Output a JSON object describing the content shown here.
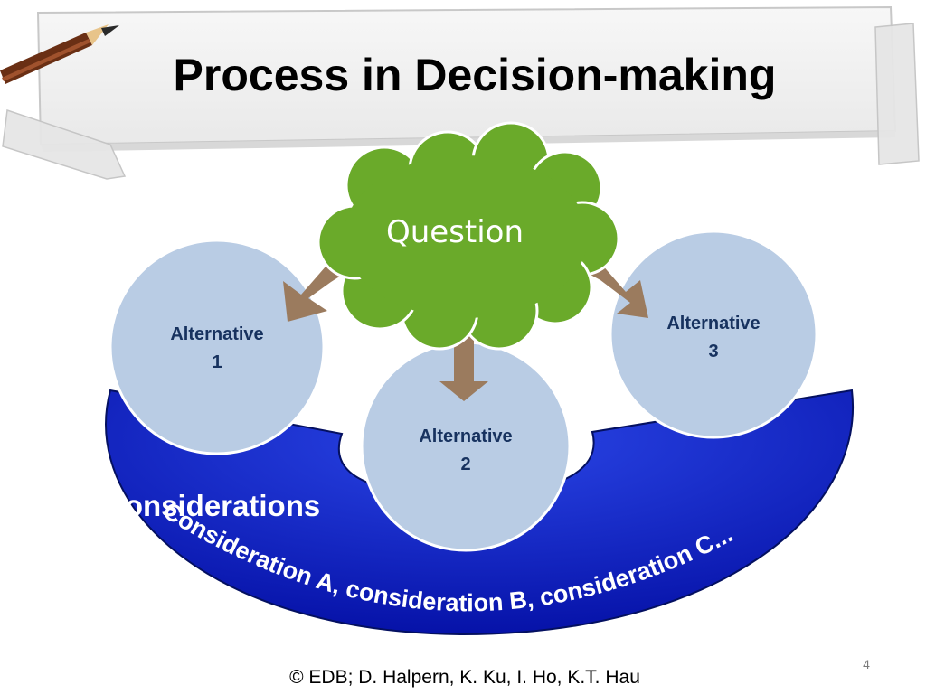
{
  "slide": {
    "title": "Process in Decision-making",
    "page_number": "4",
    "footer": "© EDB; D. Halpern, K. Ku, I. Ho, K.T. Hau"
  },
  "diagram": {
    "question": "Question",
    "alternatives": [
      {
        "line1": "Alternative",
        "line2": "1"
      },
      {
        "line1": "Alternative",
        "line2": "2"
      },
      {
        "line1": "Alternative",
        "line2": "3"
      }
    ],
    "considerations": {
      "title": "Considerations",
      "text": "Consideration A, consideration B, consideration C..."
    }
  },
  "colors": {
    "cloud": "#6aaa2a",
    "alternative_fill": "#b9cce4",
    "band": "#0b1fb8",
    "arrow": "#9b7b5e",
    "title_bar": "#f2f2f2"
  },
  "icons": [
    "pencil-icon",
    "tape-icon"
  ]
}
